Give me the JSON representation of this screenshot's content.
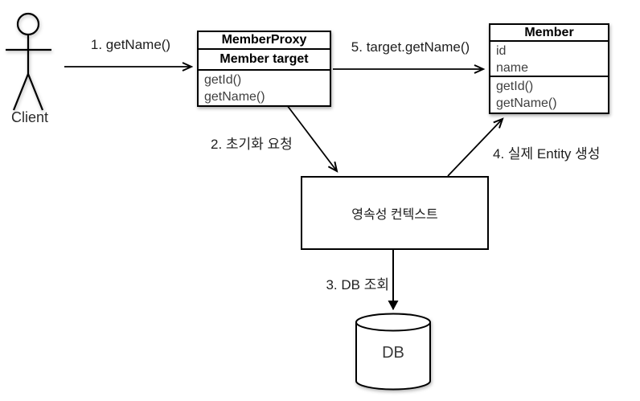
{
  "actor": {
    "label": "Client"
  },
  "arrows": {
    "a1": {
      "label": "1. getName()"
    },
    "a2": {
      "label": "2. 초기화 요청"
    },
    "a3": {
      "label": "3. DB 조회"
    },
    "a4": {
      "label": "4. 실제 Entity 생성"
    },
    "a5": {
      "label": "5. target.getName()"
    }
  },
  "classes": {
    "member_proxy": {
      "title": "MemberProxy",
      "field": "Member target",
      "methods": [
        "getId()",
        "getName()"
      ]
    },
    "member": {
      "title": "Member",
      "attributes": [
        "id",
        "name"
      ],
      "methods": [
        "getId()",
        "getName()"
      ]
    }
  },
  "nodes": {
    "persistence_context": {
      "label": "영속성 컨텍스트"
    },
    "database": {
      "label": "DB"
    }
  },
  "colors": {
    "line": "#000000",
    "box_border": "#000000",
    "member_text": "#3f3f3f",
    "label_text": "#1f1f1f",
    "background": "#ffffff"
  }
}
